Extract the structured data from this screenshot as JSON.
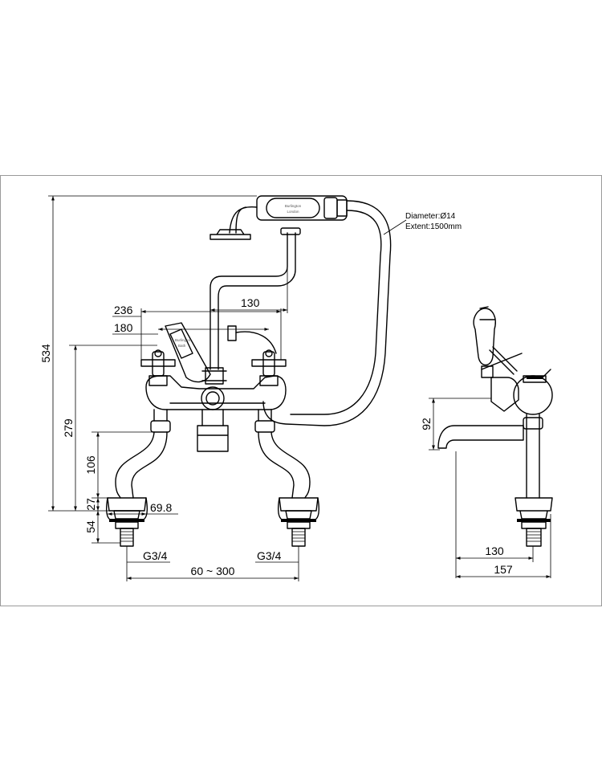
{
  "front_view": {
    "dimensions": {
      "overall_height": "534",
      "body_height": "279",
      "leg_height": "106",
      "base_height": "27",
      "thread_length": "54",
      "base_width": "69.8",
      "span_236": "236",
      "span_180": "180",
      "span_130": "130",
      "centres": "60 ~ 300"
    },
    "thread_left": "G3/4",
    "thread_right": "G3/4",
    "handset_brand": "Burlington",
    "handset_sub": "London",
    "lever_label_top": "Burlington",
    "lever_label_bottom": "Bath"
  },
  "hose_note": {
    "diameter": "Diameter:Ø14",
    "extent": "Extent:1500mm"
  },
  "side_view": {
    "dimensions": {
      "spout_height": "92",
      "spout_reach": "130",
      "overall_depth": "157"
    }
  }
}
